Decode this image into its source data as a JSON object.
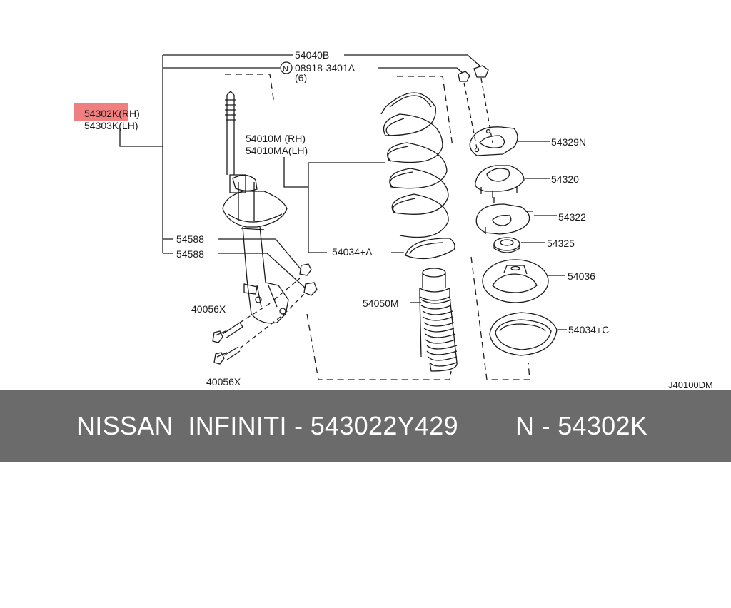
{
  "diagram": {
    "labels": {
      "p54040b": "54040B",
      "n_mark": "N",
      "p08918": "08918-3401A",
      "qty6": "(6)",
      "p54302k": "54302K(RH)",
      "p54303k": "54303K(LH)",
      "p54010m": "54010M (RH)",
      "p54010ma": "54010MA(LH)",
      "p54329n": "54329N",
      "p54320": "54320",
      "p54322": "54322",
      "p54325": "54325",
      "p54036": "54036",
      "p54034c": "54034+C",
      "p54034a": "54034+A",
      "p54050m": "54050M",
      "p54588a": "54588",
      "p54588b": "54588",
      "p40056x_a": "40056X",
      "p40056x_b": "40056X",
      "ref": "J40100DM"
    },
    "colors": {
      "line": "#1a1a1a",
      "highlight": "#f08080",
      "footer_bg": "#6b6b6b"
    }
  },
  "footer": {
    "text": "NISSAN  INFINITI - 543022Y429",
    "code": "N - 54302K"
  }
}
